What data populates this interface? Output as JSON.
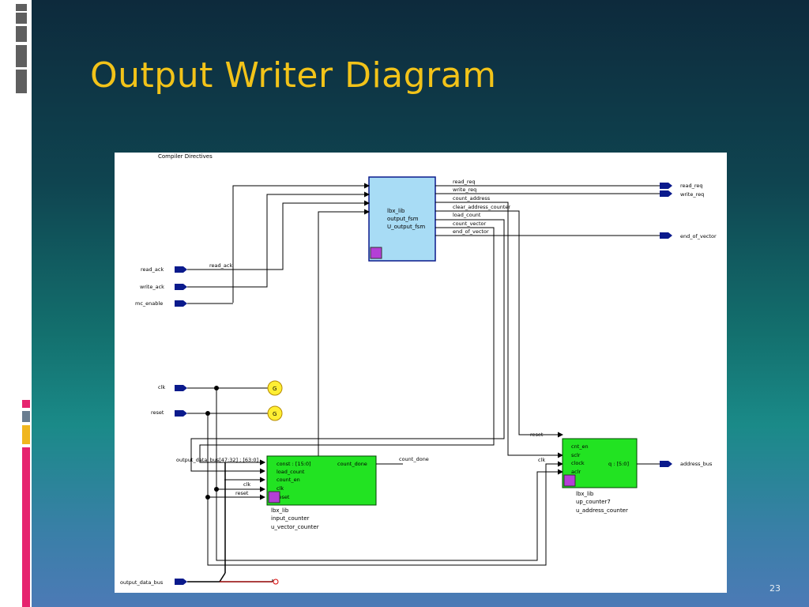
{
  "slide": {
    "title": "Output Writer Diagram",
    "number": "23"
  },
  "colors": {
    "title": "#f2c319",
    "block_blue": "#a8dcf5",
    "block_green": "#22e322",
    "port": "#0a1a8c",
    "gen": "#ffee33"
  },
  "diagram": {
    "header": "Compiler Directives",
    "fsm": {
      "lines": [
        "lbx_lib",
        "output_fsm",
        "U_output_fsm"
      ]
    },
    "fsm_outputs": [
      "read_req",
      "write_req",
      "count_address",
      "clear_address_counter",
      "load_count",
      "count_vector",
      "end_of_vector"
    ],
    "input_ports": {
      "read_ack": "read_ack",
      "write_ack": "write_ack",
      "mc_enable": "mc_enable",
      "clk": "clk",
      "reset": "reset",
      "output_data_bus": "output_data_bus"
    },
    "output_ports": {
      "read_req": "read_req",
      "write_req": "write_req",
      "end_of_vector": "end_of_vector",
      "address_bus": "address_bus"
    },
    "wire_labels": {
      "read_ack": "read_ack",
      "count_done": "count_done",
      "reset_right": "reset",
      "clk_right": "clk",
      "clk_left": "clk",
      "reset_left": "reset",
      "bus_slice": "output_data_bus[47:32] ; [63:0]"
    },
    "generator": "G",
    "input_counter": {
      "ports": [
        "const : [15:0]",
        "load_count",
        "count_en",
        "clk",
        "reset"
      ],
      "output": "count_done",
      "lines": [
        "lbx_lib",
        "input_counter",
        "u_vector_counter"
      ]
    },
    "up_counter": {
      "ports": [
        "cnt_en",
        "sclr",
        "clock",
        "aclr"
      ],
      "output": "q : [5:0]",
      "lines": [
        "lbx_lib",
        "up_counter7",
        "u_address_counter"
      ]
    }
  }
}
